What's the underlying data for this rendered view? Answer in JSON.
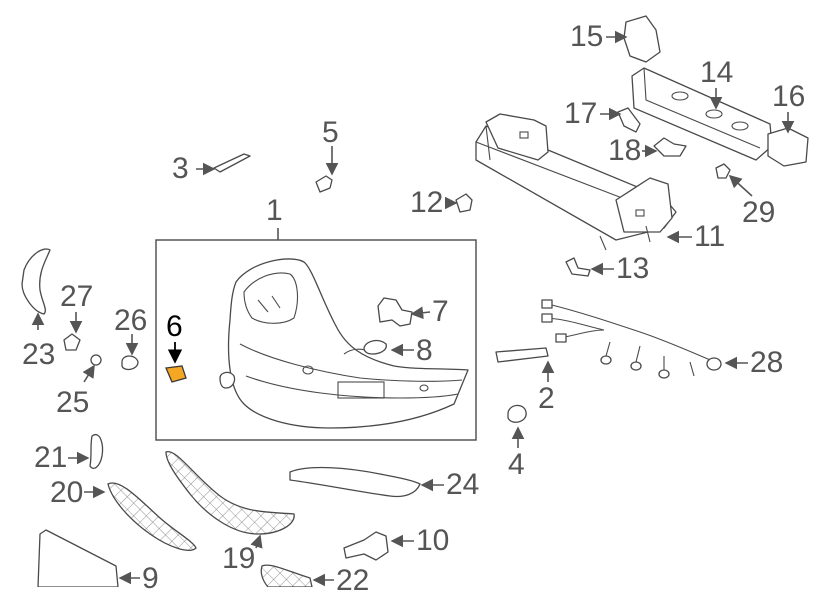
{
  "callouts": {
    "c1": "1",
    "c2": "2",
    "c3": "3",
    "c4": "4",
    "c5": "5",
    "c6": "6",
    "c7": "7",
    "c8": "8",
    "c9": "9",
    "c10": "10",
    "c11": "11",
    "c12": "12",
    "c13": "13",
    "c14": "14",
    "c15": "15",
    "c16": "16",
    "c17": "17",
    "c18": "18",
    "c19": "19",
    "c20": "20",
    "c21": "21",
    "c22": "22",
    "c23": "23",
    "c24": "24",
    "c25": "25",
    "c26": "26",
    "c27": "27",
    "c28": "28",
    "c29": "29"
  },
  "colors": {
    "highlight_fill": "#f5a623",
    "line": "#4a4a4a",
    "label": "#555555",
    "highlight_label": "#000000",
    "background": "#ffffff"
  }
}
